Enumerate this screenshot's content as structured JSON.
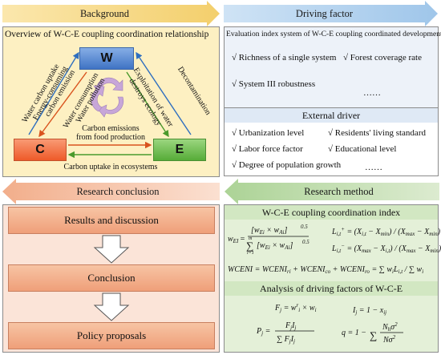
{
  "headers": {
    "background": "Background",
    "driving_factor": "Driving factor",
    "research_conclusion": "Research conclusion",
    "research_method": "Research method"
  },
  "overview": {
    "title": "Overview of W-C-E coupling coordination relationship",
    "node_w": "W",
    "node_c": "C",
    "node_e": "E",
    "lbl_water_carbon_uptake": "Water carbon uptake",
    "lbl_energy_consuming": "Energy-consuming",
    "lbl_carbon_emission": "carbon emission",
    "lbl_water_consumption": "Water consumption",
    "lbl_water_pollution": "Water pollution",
    "lbl_exploitation": "Exploitation of water",
    "lbl_destroys_ecology": "destroys ecology",
    "lbl_decontamination": "Decontamination",
    "lbl_food_emissions_1": "Carbon emissions",
    "lbl_food_emissions_2": "from food production",
    "lbl_uptake_ecosystems": "Carbon uptake in ecosystems"
  },
  "evaluation": {
    "title": "Evaluation index system of W-C-E coupling coordinated development",
    "items": [
      "√ Richness of a single system",
      "√ Forest coverage rate",
      "√ System III robustness",
      "……"
    ]
  },
  "external": {
    "title": "External driver",
    "items": [
      "√ Urbanization level",
      "√ Residents' living standard",
      "√ Labor force factor",
      "√ Educational level",
      "√ Degree of population growth",
      "……"
    ]
  },
  "conclusion": {
    "steps": [
      "Results and discussion",
      "Conclusion",
      "Policy proposals"
    ]
  },
  "method": {
    "title1": "W-C-E coupling coordination index",
    "title2": "Analysis of driving factors of W-C-E"
  },
  "colors": {
    "yellow_arrow": "#f5d37a",
    "blue_arrow": "#a9cdec",
    "peach_arrow": "#f4b595",
    "green_arrow": "#b6d8a0",
    "overview_bg": "#fdf0c2",
    "w_box": "#5b8ad0",
    "c_box": "#f26d3d",
    "e_box": "#6cbf4a",
    "method_bg": "#e1efd5"
  }
}
